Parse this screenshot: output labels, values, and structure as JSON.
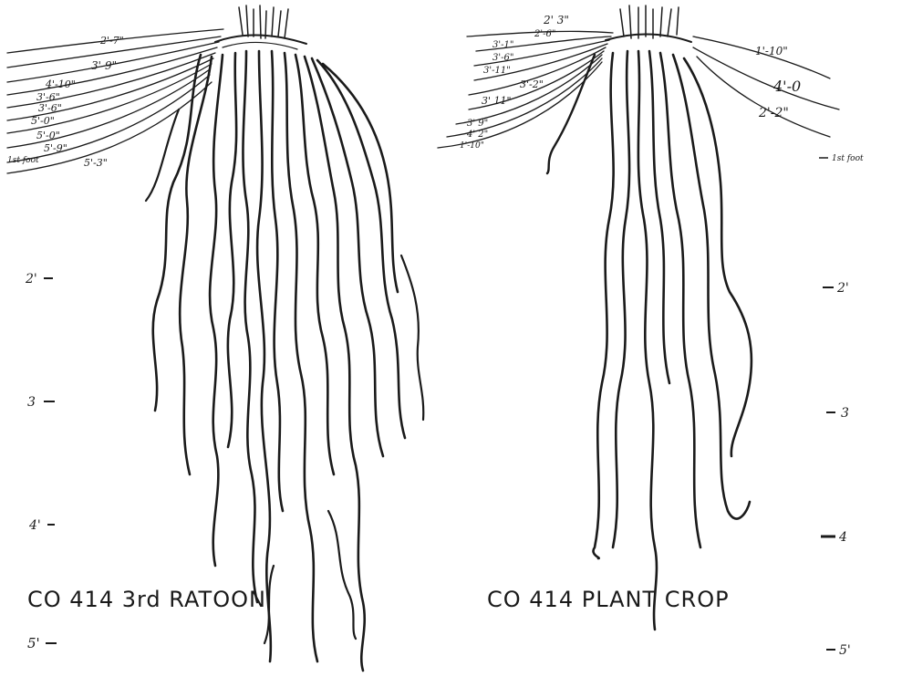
{
  "left": {
    "caption": "CO 414 3rd RATOON",
    "side_note": "1st foot",
    "lateral_labels": [
      "2'-7\"",
      "3'-9\"",
      "4'-10\"",
      "3'-6\"",
      "3'-6\"",
      "5'-0\"",
      "5'-0\"",
      "5'-9\"",
      "5'-3\""
    ],
    "depth_marks": [
      {
        "label": "2'"
      },
      {
        "label": "3"
      },
      {
        "label": "4'"
      },
      {
        "label": "5'"
      }
    ]
  },
  "right": {
    "caption": "CO 414 PLANT CROP",
    "side_note": "1st foot",
    "lateral_labels_left": [
      "2' 3\"",
      "2'-6\"",
      "3'-1\"",
      "3'-6\"",
      "3'-11\"",
      "3'-2\"",
      "3' 11\"",
      "3' 9\"",
      "4' 2\"",
      "1'-10\""
    ],
    "lateral_labels_right": [
      "1'-10\"",
      "4'-0",
      "2'-2\""
    ],
    "depth_marks": [
      {
        "label": "2'"
      },
      {
        "label": "3"
      },
      {
        "label": "4"
      },
      {
        "label": "5'"
      }
    ]
  }
}
